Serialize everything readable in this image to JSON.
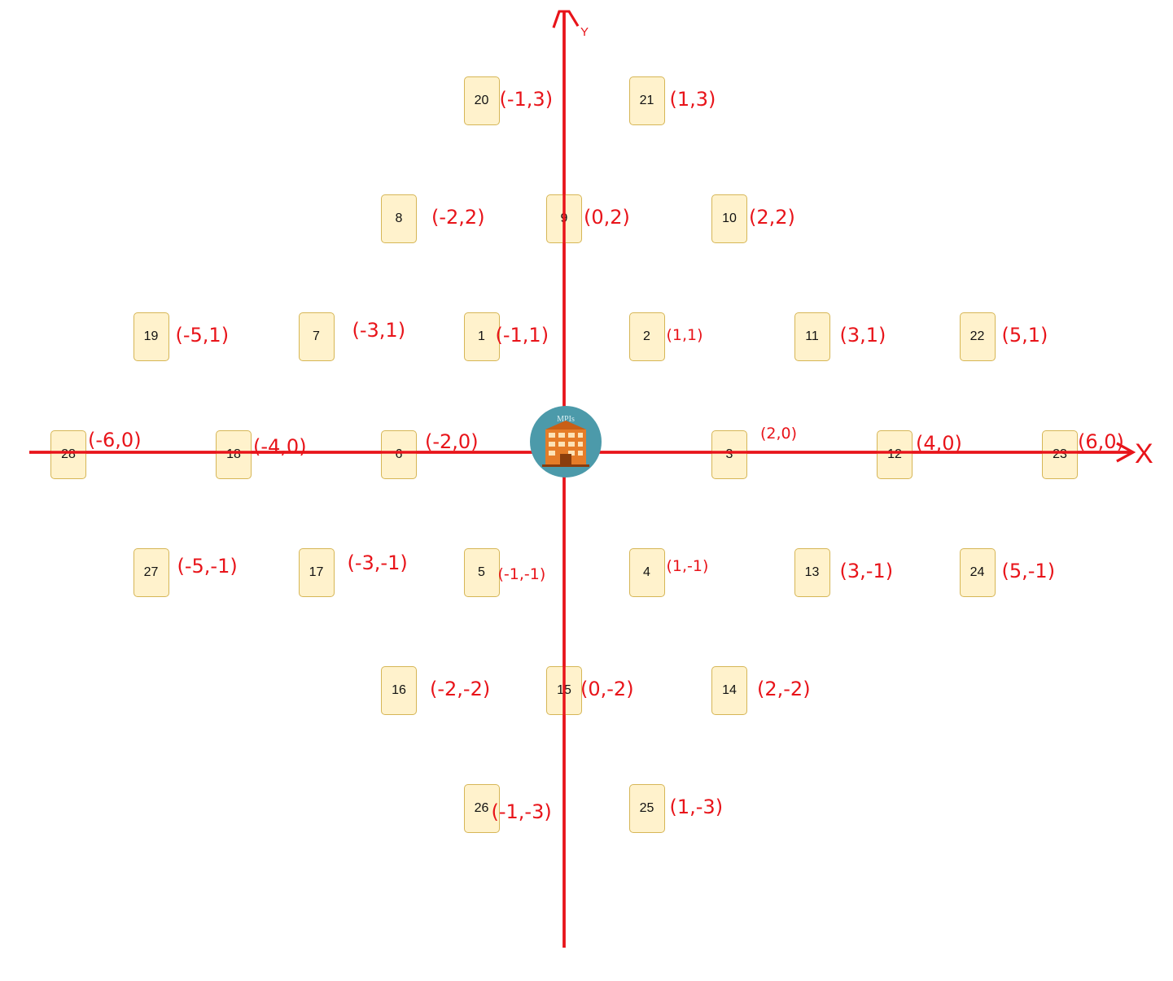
{
  "diagram": {
    "colors": {
      "axis": "#e8141a",
      "tile_fill": "#fff2cc",
      "tile_border": "#d6b656",
      "center_circle": "#4c9aaa",
      "building": "#e57c28"
    },
    "axes": {
      "x_label": "X",
      "y_label": "Y"
    },
    "center": {
      "icon": "building-icon",
      "sign_text": "MPIs"
    },
    "tiles": [
      {
        "id": "1",
        "coord": "(-1,1)",
        "x": -1,
        "y": 1
      },
      {
        "id": "2",
        "coord": "(1,1)",
        "x": 1,
        "y": 1
      },
      {
        "id": "3",
        "coord": "(2,0)",
        "x": 2,
        "y": 0
      },
      {
        "id": "4",
        "coord": "(1,-1)",
        "x": 1,
        "y": -1
      },
      {
        "id": "5",
        "coord": "(-1,-1)",
        "x": -1,
        "y": -1
      },
      {
        "id": "6",
        "coord": "(-2,0)",
        "x": -2,
        "y": 0
      },
      {
        "id": "7",
        "coord": "(-3,1)",
        "x": -3,
        "y": 1
      },
      {
        "id": "8",
        "coord": "(-2,2)",
        "x": -2,
        "y": 2
      },
      {
        "id": "9",
        "coord": "(0,2)",
        "x": 0,
        "y": 2
      },
      {
        "id": "10",
        "coord": "(2,2)",
        "x": 2,
        "y": 2
      },
      {
        "id": "11",
        "coord": "(3,1)",
        "x": 3,
        "y": 1
      },
      {
        "id": "12",
        "coord": "(4,0)",
        "x": 4,
        "y": 0
      },
      {
        "id": "13",
        "coord": "(3,-1)",
        "x": 3,
        "y": -1
      },
      {
        "id": "14",
        "coord": "(2,-2)",
        "x": 2,
        "y": -2
      },
      {
        "id": "15",
        "coord": "(0,-2)",
        "x": 0,
        "y": -2
      },
      {
        "id": "16",
        "coord": "(-2,-2)",
        "x": -2,
        "y": -2
      },
      {
        "id": "17",
        "coord": "(-3,-1)",
        "x": -3,
        "y": -1
      },
      {
        "id": "18",
        "coord": "(-4,0)",
        "x": -4,
        "y": 0
      },
      {
        "id": "19",
        "coord": "(-5,1)",
        "x": -5,
        "y": 1
      },
      {
        "id": "20",
        "coord": "(-1,3)",
        "x": -1,
        "y": 3
      },
      {
        "id": "21",
        "coord": "(1,3)",
        "x": 1,
        "y": 3
      },
      {
        "id": "22",
        "coord": "(5,1)",
        "x": 5,
        "y": 1
      },
      {
        "id": "23",
        "coord": "(6,0)",
        "x": 6,
        "y": 0
      },
      {
        "id": "24",
        "coord": "(5,-1)",
        "x": 5,
        "y": -1
      },
      {
        "id": "25",
        "coord": "(1,-3)",
        "x": 1,
        "y": -3
      },
      {
        "id": "26",
        "coord": "(-1,-3)",
        "x": -1,
        "y": -3
      },
      {
        "id": "27",
        "coord": "(-5,-1)",
        "x": -5,
        "y": -1
      },
      {
        "id": "28",
        "coord": "(-6,0)",
        "x": -6,
        "y": 0
      }
    ]
  }
}
